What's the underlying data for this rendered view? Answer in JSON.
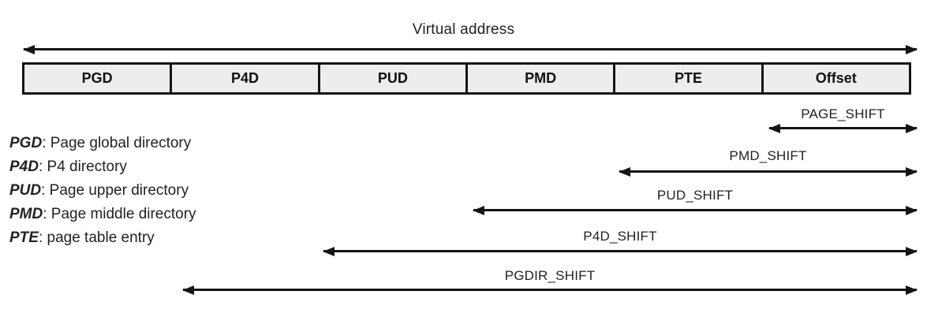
{
  "title": "Virtual address",
  "fields": [
    "PGD",
    "P4D",
    "PUD",
    "PMD",
    "PTE",
    "Offset"
  ],
  "legend": [
    {
      "term": "PGD",
      "desc": ": Page global directory"
    },
    {
      "term": "P4D",
      "desc": ": P4 directory"
    },
    {
      "term": "PUD",
      "desc": ": Page upper directory"
    },
    {
      "term": "PMD",
      "desc": ": Page middle directory"
    },
    {
      "term": "PTE",
      "desc": ": page table entry"
    }
  ],
  "shifts": [
    {
      "label": "PAGE_SHIFT"
    },
    {
      "label": "PMD_SHIFT"
    },
    {
      "label": "PUD_SHIFT"
    },
    {
      "label": "P4D_SHIFT"
    },
    {
      "label": "PGDIR_SHIFT"
    }
  ],
  "colors": {
    "background": "#ffffff",
    "line": "#151515",
    "text": "#222222",
    "cell_fill": "#ededed"
  }
}
